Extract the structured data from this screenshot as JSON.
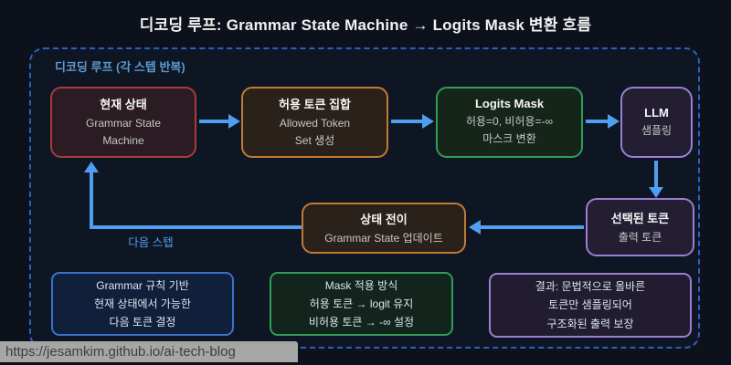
{
  "title": "디코딩 루프: Grammar State Machine → Logits Mask 변환 흐름",
  "loop": {
    "label": "디코딩 루프 (각 스텝 반복)"
  },
  "nodes": {
    "current_state": {
      "title": "현재 상태",
      "sub1": "Grammar State",
      "sub2": "Machine"
    },
    "allowed_tokens": {
      "title": "허용 토큰 집합",
      "sub1": "Allowed Token",
      "sub2": "Set 생성"
    },
    "logits_mask": {
      "title": "Logits Mask",
      "sub1": "허용=0, 비허용=-∞",
      "sub2": "마스크 변환"
    },
    "llm": {
      "title": "LLM",
      "sub1": "샘플링"
    },
    "selected_token": {
      "title": "선택된 토큰",
      "sub1": "출력 토큰"
    },
    "state_transition": {
      "title": "상태 전이",
      "sub1": "Grammar State 업데이트"
    }
  },
  "edges": {
    "next_step_label": "다음 스텝"
  },
  "notes": {
    "grammar": {
      "lines": [
        "Grammar 규칙 기반",
        "현재 상태에서 가능한",
        "다음 토큰 결정"
      ]
    },
    "mask": {
      "lines": [
        "Mask 적용 방식",
        "허용 토큰 → logit 유지",
        "비허용 토큰 → -∞ 설정"
      ]
    },
    "result": {
      "lines": [
        "결과: 문법적으로 올바른",
        "토큰만 샘플링되어",
        "구조화된 출력 보장"
      ]
    }
  },
  "status_bar": {
    "url": "https://jesamkim.github.io/ai-tech-blog"
  },
  "colors": {
    "background": "#0c111b",
    "arrow_blue": "#4f9ef0",
    "container_dash_blue": "#2e5fc0",
    "loop_label_blue": "#5d9ad0",
    "node_red_border": "#a63c3c",
    "node_orange_border": "#c07a35",
    "node_green_border": "#2f9e57",
    "node_purple_border": "#9b7fd4",
    "note_blue_border": "#3b72c8",
    "status_bar_bg": "#a6a6a6"
  }
}
